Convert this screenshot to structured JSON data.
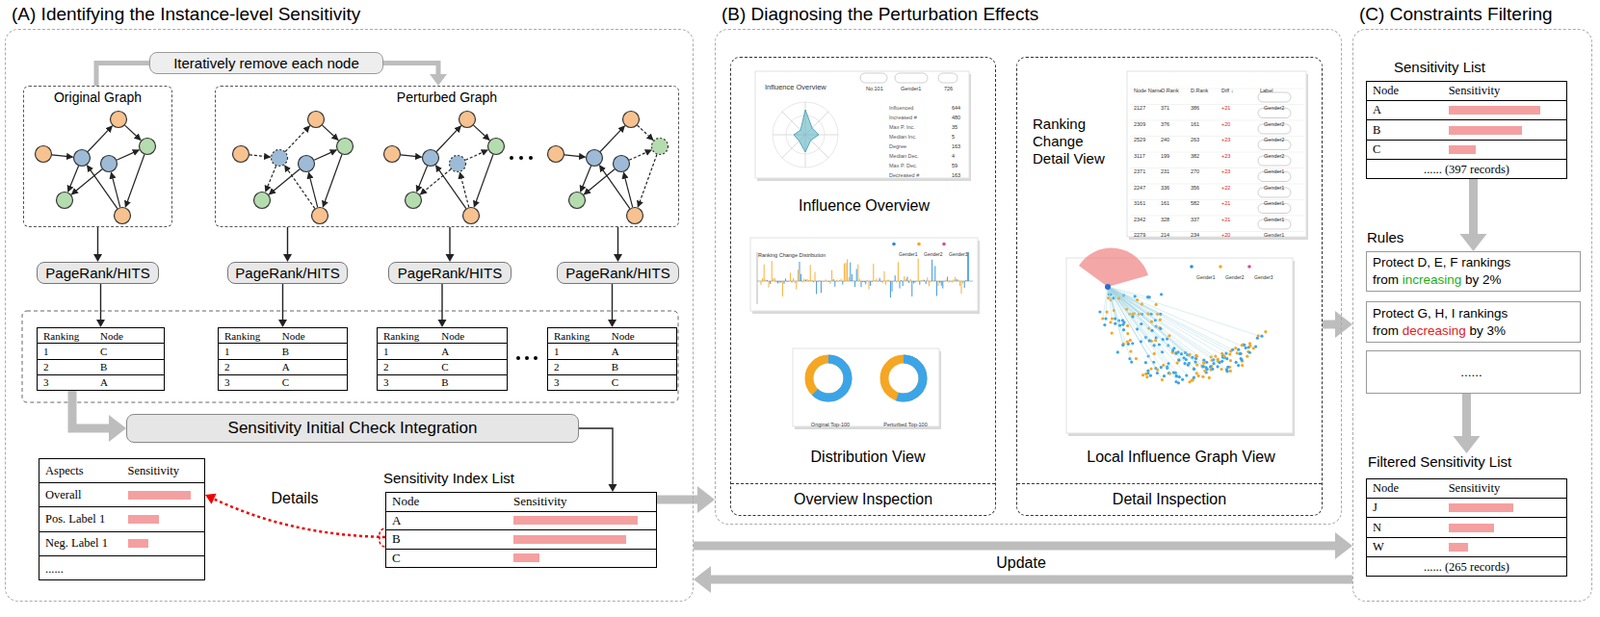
{
  "diagram": {
    "nodes": [
      {
        "text": [
          "(A) Identifying the Instance-level Sensitivity"
        ]
      },
      {
        "text": [
          "Iteratively remove each node"
        ],
        "in": 0
      },
      {
        "text": [
          "Original Graph"
        ],
        "in": 0
      },
      {
        "text": [
          "Perturbed Graph"
        ],
        "in": 0
      },
      {
        "text": [
          "PageRank/HITS"
        ],
        "in": 0
      },
      {
        "text": [
          "PageRank/HITS"
        ],
        "in": 0
      },
      {
        "text": [
          "PageRank/HITS"
        ],
        "in": 0
      },
      {
        "text": [
          "PageRank/HITS"
        ],
        "in": 0
      },
      {
        "text": [
          "Ranking",
          "Node",
          "1",
          "C",
          "2",
          "B",
          "3",
          "A"
        ],
        "in": 0
      },
      {
        "text": [
          "Ranking",
          "Node",
          "1",
          "B",
          "2",
          "A",
          "3",
          "C"
        ],
        "in": 0
      },
      {
        "text": [
          "Ranking",
          "Node",
          "1",
          "A",
          "2",
          "C",
          "3",
          "B"
        ],
        "in": 0
      },
      {
        "text": [
          "Ranking",
          "Node",
          "1",
          "A",
          "2",
          "B",
          "3",
          "C"
        ],
        "in": 0
      },
      {
        "text": [
          "Sensitivity Initial Check Integration"
        ],
        "in": 0
      },
      {
        "text": [
          "Aspects",
          "Sensitivity",
          "Overall",
          "Pos. Label 1",
          "Neg. Label 1",
          "......"
        ],
        "in": 0
      },
      {
        "text": [
          "Sensitivity Index List",
          "Node",
          "Sensitivity",
          "A",
          "B",
          "C"
        ],
        "in": 0
      },
      {
        "text": [
          "(B) Diagnosing the Perturbation Effects"
        ]
      },
      {
        "text": [
          "Overview Inspection"
        ],
        "in": 15
      },
      {
        "text": [
          "Detail Inspection"
        ],
        "in": 15
      },
      {
        "text": [
          "Influence Overview",
          "No.101",
          "Gender1",
          "726",
          "Influenced",
          "644",
          "Increased #",
          "480",
          "Max P. Inc.",
          "35",
          "Median Inc.",
          "5",
          "Degree",
          "163",
          "Median Dec.",
          "4",
          "Max P. Dec.",
          "59",
          "Decreased #",
          "163",
          "Influence Overview"
        ],
        "in": 16
      },
      {
        "text": [
          "Ranking Change Distribution",
          "Gender1",
          "Gender2",
          "Gender3"
        ],
        "in": 16
      },
      {
        "text": [
          "Original Top-100",
          "Perturbed Top-100",
          "Distribution View"
        ],
        "in": 16
      },
      {
        "text": [
          "Ranking Change Detail View",
          "Node Name",
          "O.Rank",
          "D.Rank",
          "Diff ↓",
          "Label",
          "2127",
          "371",
          "386",
          "+21",
          "Gender2",
          "2309",
          "376",
          "161",
          "+20",
          "Gender2",
          "2529",
          "240",
          "263",
          "+23",
          "Gender2",
          "3117",
          "199",
          "382",
          "+23",
          "Gender2",
          "2371",
          "231",
          "270",
          "+23",
          "Gender1",
          "2247",
          "336",
          "356",
          "+22",
          "Gender1",
          "3161",
          "161",
          "582",
          "+21",
          "Gender1",
          "2342",
          "328",
          "337",
          "+21",
          "Gender1",
          "2279",
          "214",
          "234",
          "+20",
          "Gender1"
        ],
        "in": 17
      },
      {
        "text": [
          "Gender1",
          "Gender2",
          "Gender3",
          "Local Influence Graph View"
        ],
        "in": 17
      },
      {
        "text": [
          "(C) Constraints Filtering"
        ]
      },
      {
        "text": [
          "Sensitivity List",
          "Node",
          "Sensitivity",
          "A",
          "B",
          "C",
          "...... (397 records)"
        ],
        "in": 23
      },
      {
        "text": [
          "Protect D, E, F rankings from",
          "increasing",
          "by 2%"
        ],
        "in": 23
      },
      {
        "text": [
          "Protect G, H, I rankings from",
          "decreasing",
          "by 3%"
        ],
        "in": 23
      },
      {
        "text": [
          "......"
        ],
        "in": 23
      },
      {
        "text": [
          "Filtered Sensitivity List",
          "Node",
          "Sensitivity",
          "J",
          "N",
          "W",
          "...... (265 records)"
        ],
        "in": 23
      }
    ],
    "edges": [
      {
        "from": 2,
        "to": 1,
        "arrow": "none"
      },
      {
        "from": 1,
        "to": 3,
        "arrow": "to"
      },
      {
        "from": 2,
        "to": 4,
        "arrow": "to"
      },
      {
        "from": 3,
        "to": 5,
        "arrow": "to"
      },
      {
        "from": 3,
        "to": 6,
        "arrow": "to"
      },
      {
        "from": 3,
        "to": 7,
        "arrow": "to"
      },
      {
        "from": 4,
        "to": 8,
        "arrow": "to"
      },
      {
        "from": 5,
        "to": 9,
        "arrow": "to"
      },
      {
        "from": 6,
        "to": 10,
        "arrow": "to"
      },
      {
        "from": 7,
        "to": 11,
        "arrow": "to"
      },
      {
        "from": 8,
        "to": 12,
        "arrow": "to"
      },
      {
        "from": 12,
        "to": 14,
        "arrow": "to"
      },
      {
        "from": 14,
        "to": 13,
        "arrow": "to",
        "label": "Details"
      },
      {
        "from": 14,
        "to": 15,
        "arrow": "to"
      },
      {
        "from": 17,
        "to": 23,
        "arrow": "to"
      },
      {
        "from": 0,
        "to": 23,
        "arrow": "to"
      },
      {
        "from": 23,
        "to": 0,
        "arrow": "to",
        "label": "Update"
      },
      {
        "from": 24,
        "to": 25,
        "arrow": "to"
      },
      {
        "from": 27,
        "to": 28,
        "arrow": "to"
      }
    ],
    "labels": [
      "Rules"
    ]
  }
}
